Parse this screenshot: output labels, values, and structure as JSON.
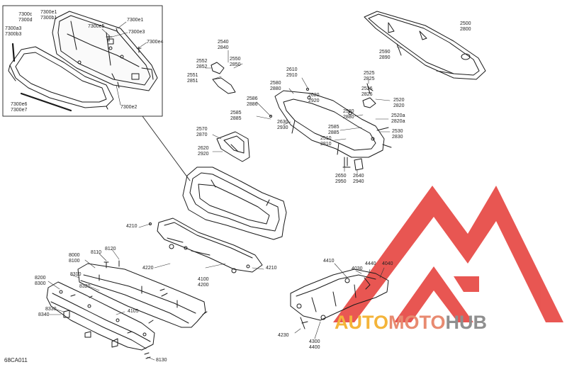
{
  "diagram": {
    "code": "68CA011",
    "watermark": {
      "part1": "AUTO",
      "part2": "MOTO",
      "part3": "HUB",
      "color_part1": "#f4b43a",
      "color_part2": "#e88a70",
      "color_part3": "#8f8f8f",
      "logo_color": "#e53935"
    },
    "inset": {
      "labels": {
        "l_7300c": "7300c\n7300d",
        "l_7300e1a": "7300e1\n7300b1",
        "l_7300e5": "7300e5",
        "l_7300e1": "7300e1",
        "l_7300e3": "7300e3",
        "l_7300e4": "7300e4",
        "l_7300a3": "7300a3\n7300b3",
        "l_7300e6": "7300e6\n7300e7",
        "l_7300e2": "7300e2"
      }
    },
    "labels": {
      "l_2500": "2500\n2800",
      "l_2590": "2590\n2890",
      "l_2540": "2540\n2840",
      "l_2552": "2552\n2852",
      "l_2550": "2550\n2850",
      "l_2551": "2551\n2851",
      "l_2610": "2610\n2910",
      "l_2525": "2525\n2825",
      "l_2580a": "2580\n2880",
      "l_2526": "2526\n2826",
      "l_2520": "2520\n2820",
      "l_2620a": "2620\n2920",
      "l_2586": "2586\n2886",
      "l_2585a": "2585\n2885",
      "l_2630": "2630\n2930",
      "l_2580b": "2580\n2880",
      "l_2520a": "2520a\n2820a",
      "l_2585b": "2585\n2885",
      "l_2530": "2530\n2830",
      "l_2570": "2570\n2870",
      "l_2510": "2510\n2810",
      "l_2620b": "2620\n2920",
      "l_2650": "2650\n2950",
      "l_2640": "2640\n2940",
      "l_4210a": "4210",
      "l_8000": "8000\n8100",
      "l_8110": "8110",
      "l_8120": "8120",
      "l_4220": "4220",
      "l_4210b": "4210",
      "l_4100": "4100\n4200",
      "l_8200": "8200\n8300",
      "l_8310": "8310",
      "l_8320": "8320",
      "l_8330": "8330",
      "l_8340": "8340",
      "l_4105": "4105",
      "l_8130": "8130",
      "l_4410": "4410",
      "l_4030": "4030",
      "l_4440": "4440",
      "l_4040": "4040",
      "l_4230": "4230",
      "l_4300": "4300\n4400"
    }
  }
}
